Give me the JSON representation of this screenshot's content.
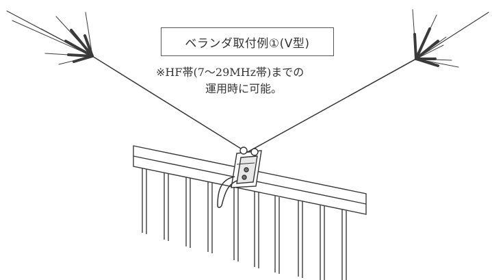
{
  "title": "ベランダ取付例①(V型)",
  "note": {
    "line1": "※HF帯(7〜29MHz帯)までの",
    "line2": "運用時に可能。"
  },
  "colors": {
    "ink": "#333333",
    "background": "#ffffff"
  }
}
